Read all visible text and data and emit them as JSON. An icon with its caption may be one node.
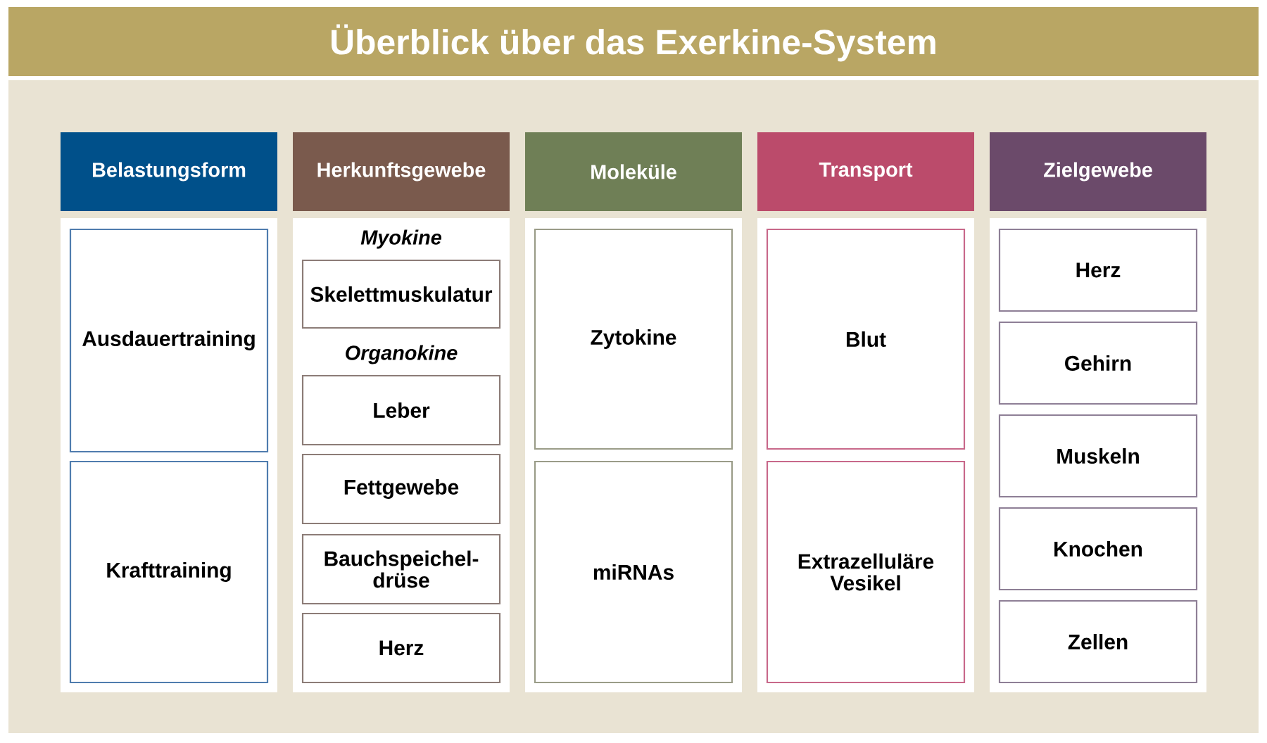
{
  "diagram": {
    "title": "Überblick über das Exerkine-System",
    "nodes": [
      {
        "text": [
          "Belastungsform"
        ]
      },
      {
        "text": [
          "Ausdauertraining"
        ],
        "in": 0
      },
      {
        "text": [
          "Krafttraining"
        ],
        "in": 0
      },
      {
        "text": [
          "Herkunftsgewebe"
        ]
      },
      {
        "text": [
          "Skelettmuskulatur"
        ],
        "in": 3
      },
      {
        "text": [
          "Leber"
        ],
        "in": 3
      },
      {
        "text": [
          "Fettgewebe"
        ],
        "in": 3
      },
      {
        "text": [
          "Bauchspeichel- drüse"
        ],
        "in": 3
      },
      {
        "text": [
          "Herz"
        ],
        "in": 3
      },
      {
        "text": [
          "Moleküle"
        ]
      },
      {
        "text": [
          "Zytokine"
        ],
        "in": 9
      },
      {
        "text": [
          "miRNAs"
        ],
        "in": 9
      },
      {
        "text": [
          "Transport"
        ]
      },
      {
        "text": [
          "Blut"
        ],
        "in": 12
      },
      {
        "text": [
          "Extrazelluläre Vesikel"
        ],
        "in": 12
      },
      {
        "text": [
          "Zielgewebe"
        ]
      },
      {
        "text": [
          "Herz"
        ],
        "in": 15
      },
      {
        "text": [
          "Gehirn"
        ],
        "in": 15
      },
      {
        "text": [
          "Muskeln"
        ],
        "in": 15
      },
      {
        "text": [
          "Knochen"
        ],
        "in": 15
      },
      {
        "text": [
          "Zellen"
        ],
        "in": 15
      }
    ],
    "labels": [
      "Myokine",
      "Organokine"
    ]
  }
}
